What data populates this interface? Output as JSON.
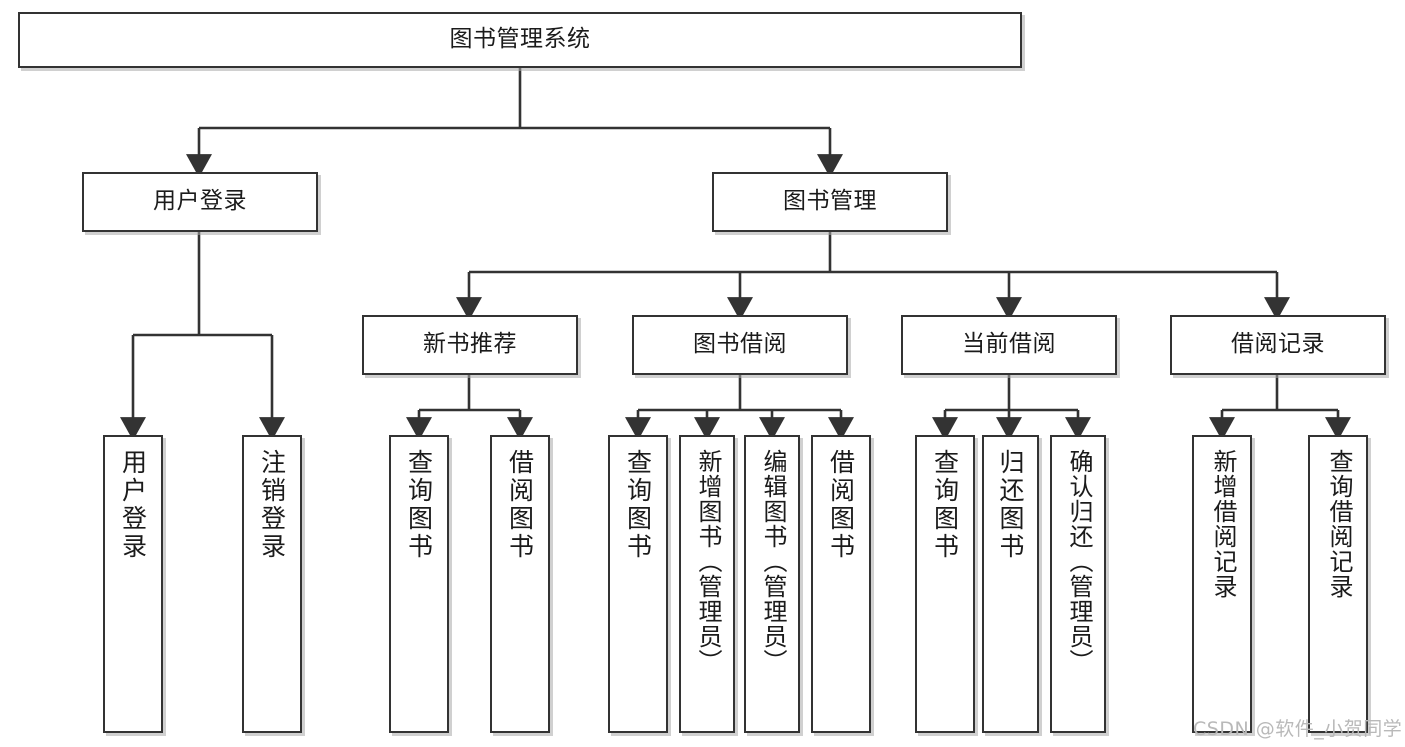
{
  "diagram": {
    "title": "图书管理系统",
    "type": "hierarchy-tree",
    "root": {
      "label": "图书管理系统"
    },
    "tier1": [
      {
        "label": "用户登录"
      },
      {
        "label": "图书管理"
      }
    ],
    "tier2": [
      {
        "label": "新书推荐"
      },
      {
        "label": "图书借阅"
      },
      {
        "label": "当前借阅"
      },
      {
        "label": "借阅记录"
      }
    ],
    "leaves": {
      "user_login": [
        {
          "label": "用户登录"
        },
        {
          "label": "注销登录"
        }
      ],
      "new_book_recommend": [
        {
          "label": "查询图书"
        },
        {
          "label": "借阅图书"
        }
      ],
      "book_borrow": [
        {
          "label": "查询图书"
        },
        {
          "label": "新增图书（管理员）"
        },
        {
          "label": "编辑图书（管理员）"
        },
        {
          "label": "借阅图书"
        }
      ],
      "current_borrow": [
        {
          "label": "查询图书"
        },
        {
          "label": "归还图书"
        },
        {
          "label": "确认归还（管理员）"
        }
      ],
      "borrow_record": [
        {
          "label": "新增借阅记录"
        },
        {
          "label": "查询借阅记录"
        }
      ]
    }
  },
  "watermark": {
    "text": "CSDN @软件_小贺同学"
  },
  "colors": {
    "border": "#333333",
    "text": "#1b1b1b",
    "background": "#ffffff",
    "watermark": "#b9b9b9",
    "shadow": "#aaaaaa"
  }
}
